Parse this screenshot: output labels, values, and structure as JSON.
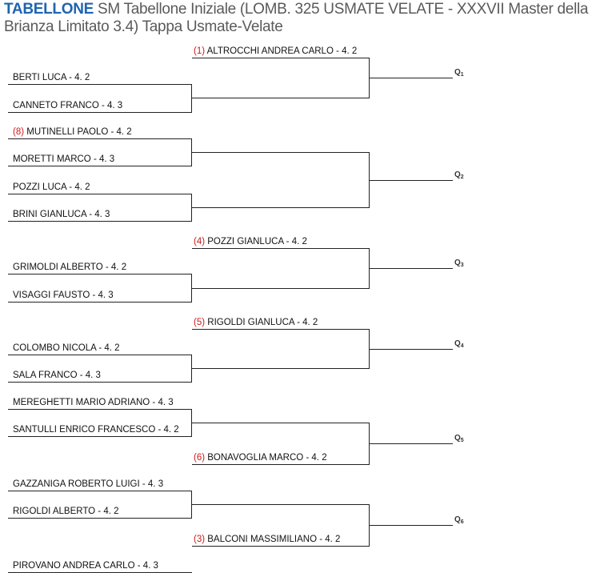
{
  "header": {
    "keyword": "TABELLONE",
    "title": "SM Tabellone Iniziale (LOMB. 325 USMATE VELATE - XXXVII Master della Brianza Limitato 3.4) Tappa Usmate-Velate"
  },
  "round1": [
    {
      "name": "BERTI LUCA - 4. 2"
    },
    {
      "name": "CANNETO FRANCO - 4. 3"
    },
    {
      "seed": "(8)",
      "name": "MUTINELLI PAOLO - 4. 2"
    },
    {
      "name": "MORETTI MARCO - 4. 3"
    },
    {
      "name": "POZZI LUCA - 4. 2"
    },
    {
      "name": "BRINI GIANLUCA - 4. 3"
    },
    {
      "name": "GRIMOLDI ALBERTO - 4. 2"
    },
    {
      "name": "VISAGGI FAUSTO - 4. 3"
    },
    {
      "name": "COLOMBO NICOLA - 4. 2"
    },
    {
      "name": "SALA FRANCO - 4. 3"
    },
    {
      "name": "MEREGHETTI MARIO ADRIANO - 4. 3"
    },
    {
      "name": "SANTULLI ENRICO FRANCESCO - 4. 2"
    },
    {
      "name": "GAZZANIGA ROBERTO LUIGI - 4. 3"
    },
    {
      "name": "RIGOLDI ALBERTO - 4. 2"
    },
    {
      "name": "PIROVANO ANDREA CARLO - 4. 3"
    }
  ],
  "round2": [
    {
      "seed": "(1)",
      "name": "ALTROCCHI ANDREA CARLO - 4. 2"
    },
    {
      "seed": "(4)",
      "name": "POZZI GIANLUCA - 4. 2"
    },
    {
      "seed": "(5)",
      "name": "RIGOLDI GIANLUCA - 4. 2"
    },
    {
      "seed": "(6)",
      "name": "BONAVOGLIA MARCO - 4. 2"
    },
    {
      "seed": "(3)",
      "name": "BALCONI MASSIMILIANO - 4. 2"
    }
  ],
  "qualifiers": [
    {
      "letter": "Q",
      "num": "1"
    },
    {
      "letter": "Q",
      "num": "2"
    },
    {
      "letter": "Q",
      "num": "3"
    },
    {
      "letter": "Q",
      "num": "4"
    },
    {
      "letter": "Q",
      "num": "5"
    },
    {
      "letter": "Q",
      "num": "6"
    }
  ],
  "colors": {
    "keyword": "#1e64b0",
    "seed": "#d01818",
    "lines": "#222222"
  }
}
